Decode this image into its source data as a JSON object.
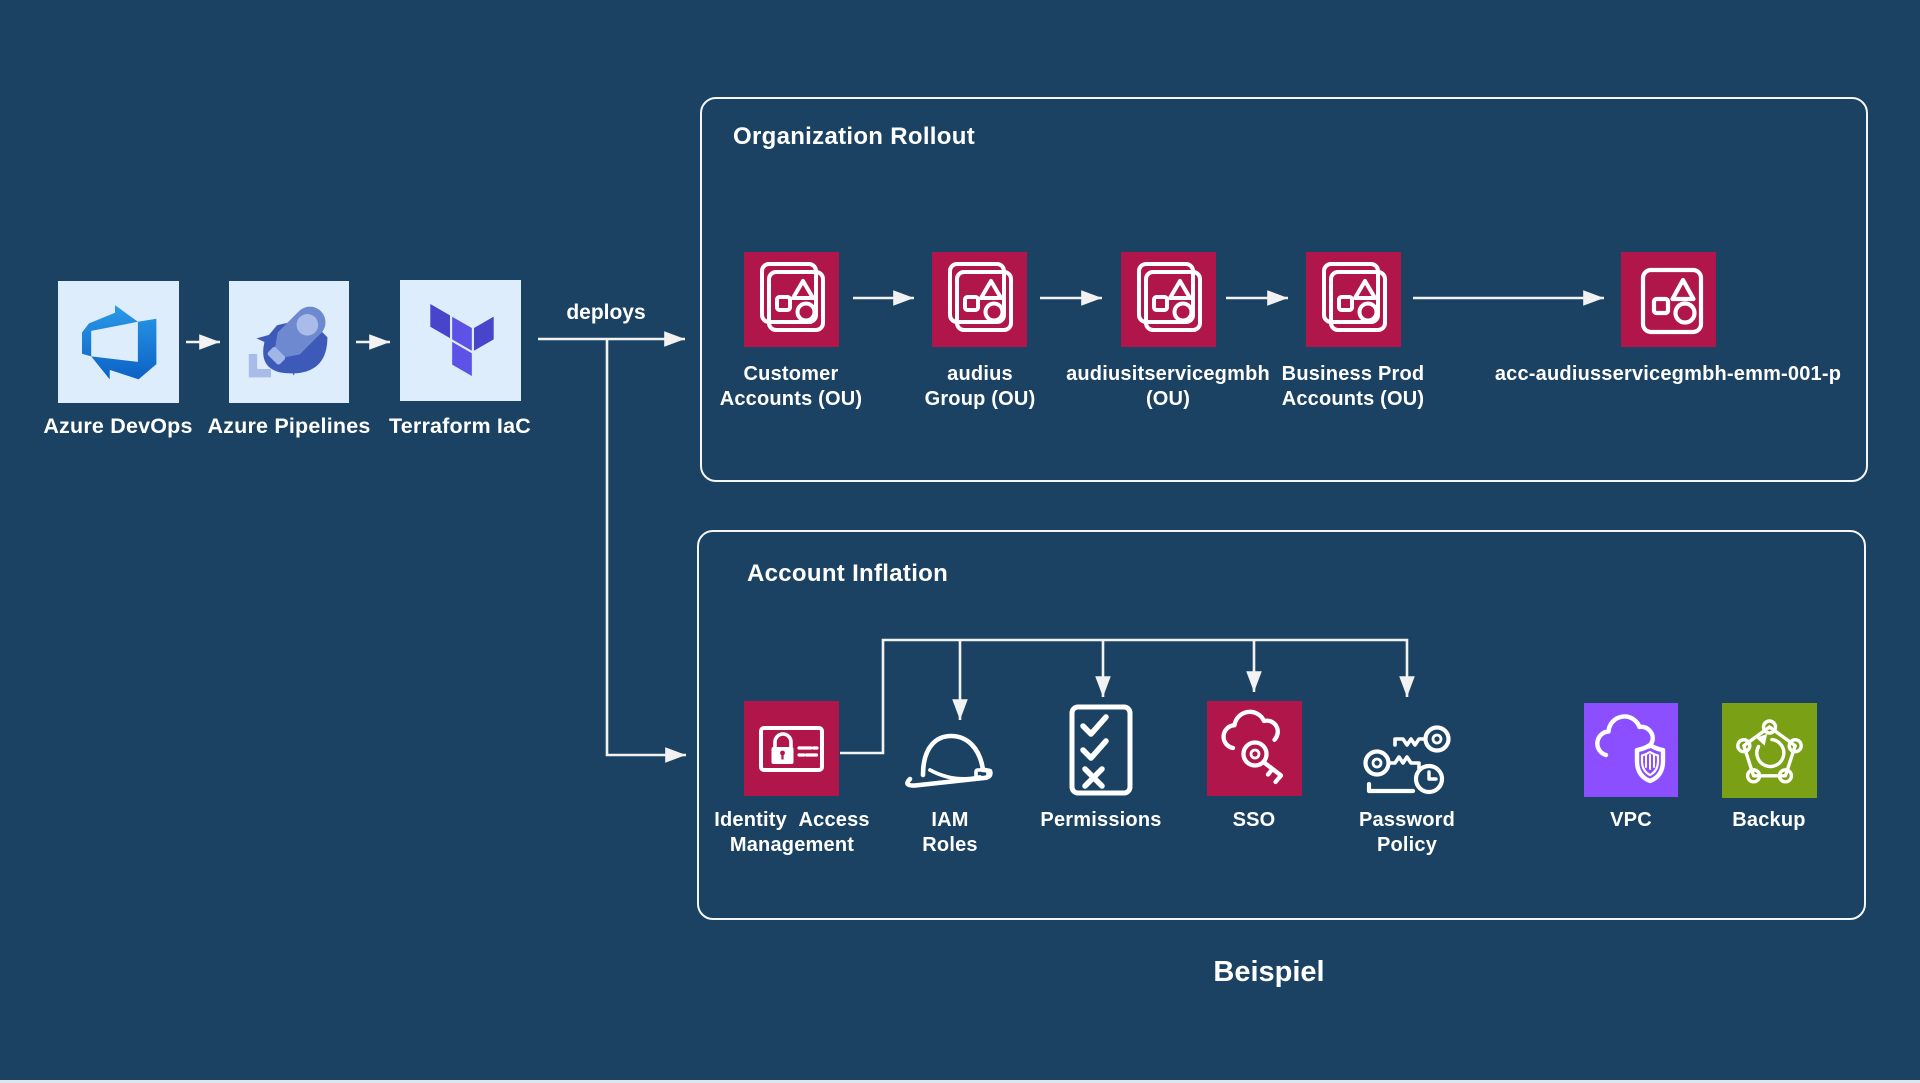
{
  "pipeline": {
    "items": [
      {
        "label": "Azure DevOps",
        "icon": "azure-devops-icon"
      },
      {
        "label": "Azure Pipelines",
        "icon": "azure-pipelines-icon"
      },
      {
        "label": "Terraform IaC",
        "icon": "terraform-icon"
      }
    ],
    "deploys_label": "deploys"
  },
  "organization_rollout": {
    "title": "Organization Rollout",
    "nodes": [
      {
        "label": "Customer\nAccounts (OU)",
        "icon": "aws-ou-icon"
      },
      {
        "label": "audius\nGroup (OU)",
        "icon": "aws-ou-icon"
      },
      {
        "label": "audiusitservicegmbh\n(OU)",
        "icon": "aws-ou-icon"
      },
      {
        "label": "Business Prod\nAccounts (OU)",
        "icon": "aws-ou-icon"
      },
      {
        "label": "acc-audiusservicegmbh-emm-001-p",
        "icon": "aws-account-icon"
      }
    ]
  },
  "account_inflation": {
    "title": "Account Inflation",
    "nodes": [
      {
        "label": "Identity  Access\nManagement",
        "icon": "identity-access-management-icon"
      },
      {
        "label": "IAM\nRoles",
        "icon": "iam-roles-helmet-icon"
      },
      {
        "label": "Permissions",
        "icon": "permissions-checklist-icon"
      },
      {
        "label": "SSO",
        "icon": "sso-cloud-key-icon"
      },
      {
        "label": "Password\nPolicy",
        "icon": "password-policy-keys-icon"
      },
      {
        "label": "VPC",
        "icon": "vpc-cloud-shield-icon"
      },
      {
        "label": "Backup",
        "icon": "backup-network-icon"
      }
    ]
  },
  "caption": "Beispiel",
  "colors": {
    "bg": "#1B4262",
    "tile-blue": "#DEEDFB",
    "aws-red": "#B0164A",
    "aws-purple": "#8C4FFF",
    "aws-green": "#7AA116",
    "line": "#F2F2F2",
    "text": "#FFFFFF"
  }
}
